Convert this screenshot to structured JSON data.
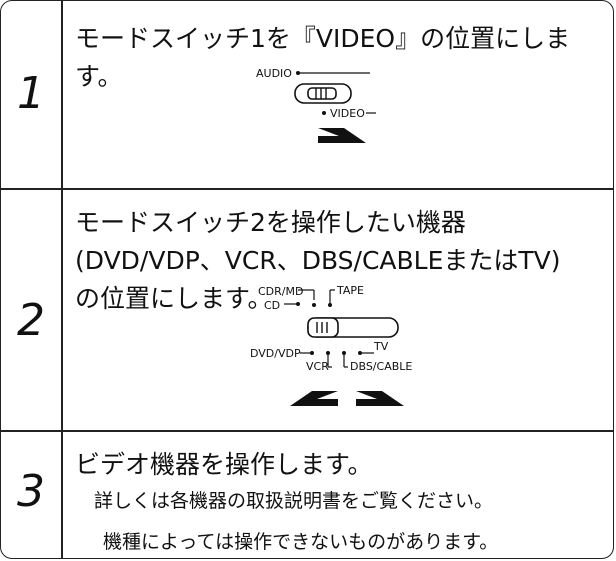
{
  "steps": [
    {
      "number": "1",
      "text_lines": [
        "モードスイッチ1を『VIDEO』の位置にしま",
        "す。"
      ],
      "switch": {
        "labels": {
          "top": "AUDIO",
          "bottom": "VIDEO"
        },
        "arrow_direction": "right"
      }
    },
    {
      "number": "2",
      "text_lines": [
        "モードスイッチ2を操作したい機器",
        "(DVD/VDP、VCR、DBS/CABLEまたはTV)",
        "の位置にします。"
      ],
      "switch": {
        "labels": {
          "cdr_md": "CDR/MD",
          "cd": "CD",
          "tape": "TAPE",
          "dvd_vdp": "DVD/VDP",
          "vcr": "VCR",
          "tv": "TV",
          "dbs_cable": "DBS/CABLE"
        },
        "arrow_directions": [
          "left",
          "right"
        ]
      }
    },
    {
      "number": "3",
      "text_lines": [
        "ビデオ機器を操作します。"
      ],
      "notes": [
        "詳しくは各機器の取扱説明書をご覧ください。",
        "機種によっては操作できないものがあります。"
      ]
    }
  ]
}
